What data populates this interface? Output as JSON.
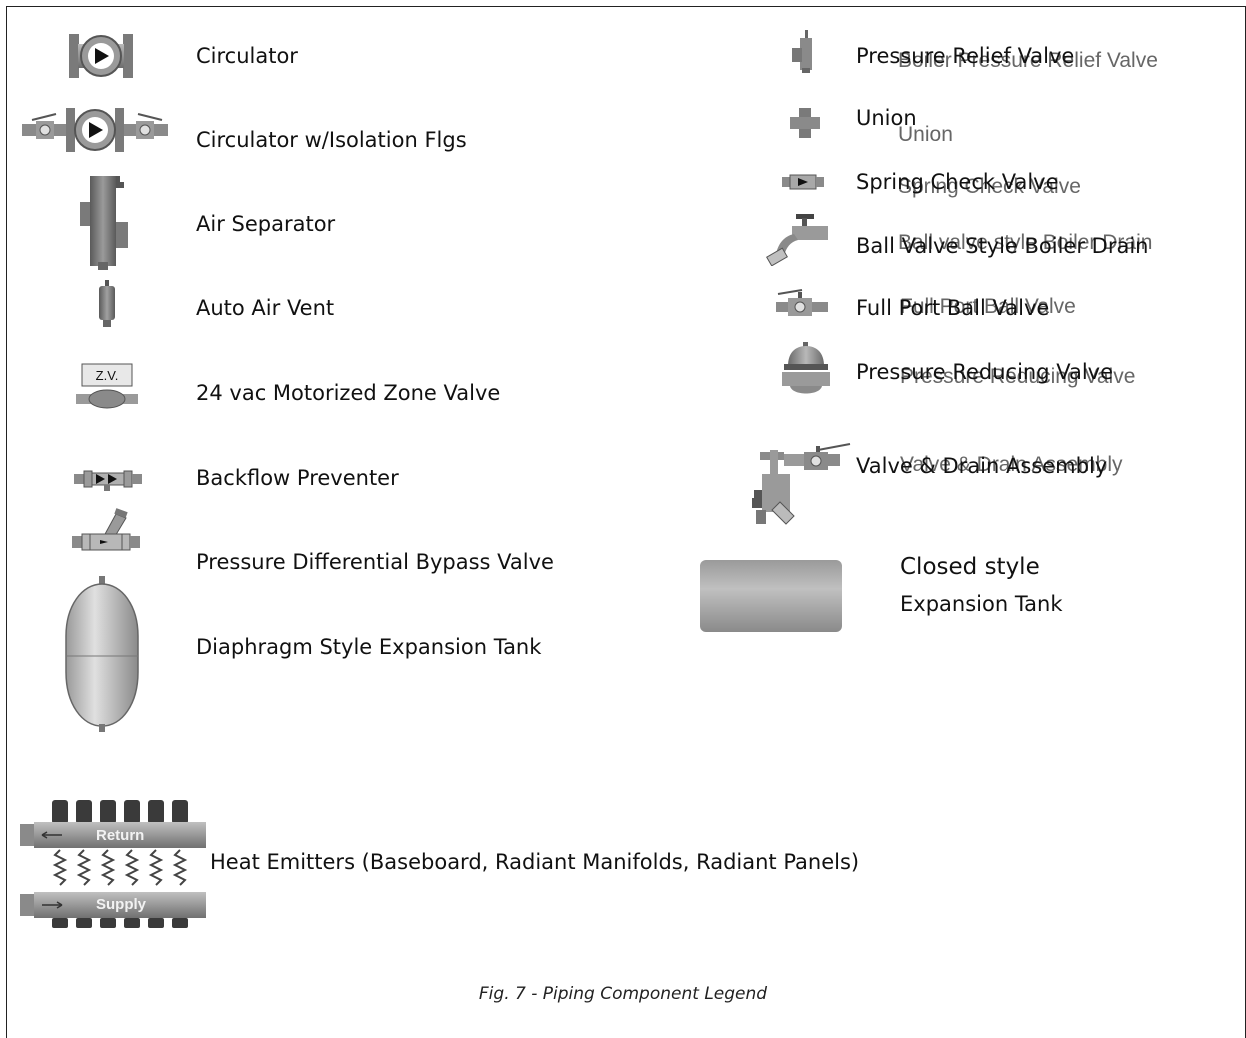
{
  "legend": {
    "left": [
      {
        "key": "circulator",
        "label": "Circulator"
      },
      {
        "key": "circulator_iso",
        "label": "Circulator w/Isolation Flgs"
      },
      {
        "key": "air_separator",
        "label": "Air Separator"
      },
      {
        "key": "auto_air_vent",
        "label": "Auto Air Vent"
      },
      {
        "key": "zone_valve",
        "label": "24  vac Motorized Zone Valve",
        "icon_text": "Z.V."
      },
      {
        "key": "backflow",
        "label": "Backflow Preventer"
      },
      {
        "key": "pdbv",
        "label": "Pressure Differential Bypass Valve"
      },
      {
        "key": "diaphragm_tank",
        "label": "Diaphragm Style  Expansion Tank"
      }
    ],
    "right": [
      {
        "key": "prv_relief",
        "label": "Pressure Relief Valve",
        "ghost": "Boiler Pressure Relief Valve"
      },
      {
        "key": "union",
        "label": "Union",
        "ghost": "Union"
      },
      {
        "key": "spring_check",
        "label": "Spring Check Valve",
        "ghost": "Spring Check Valve"
      },
      {
        "key": "ball_drain",
        "label": "Ball Valve Style Boiler Drain",
        "ghost": "Ball valve style Boiler Drain"
      },
      {
        "key": "full_port",
        "label": "Full Port Ball Valve",
        "ghost": "Full Port Ball Valve"
      },
      {
        "key": "prv_reducing",
        "label": "Pressure Reducing Valve",
        "ghost": "Pressure Reducing Valve"
      },
      {
        "key": "valve_drain",
        "label": "Valve & Drain Assembly",
        "ghost": "Valve & Drain Assembly"
      }
    ],
    "closed_tank": {
      "line1": "Closed style",
      "line2": "Expansion Tank"
    },
    "emitters": {
      "label": "Heat Emitters (Baseboard, Radiant Manifolds, Radiant Panels)",
      "return_text": "Return",
      "supply_text": "Supply"
    }
  },
  "caption": "Fig. 7 - Piping Component Legend",
  "colors": {
    "icon_gray": "#8a8a8a",
    "icon_dark": "#4a4a4a",
    "tank_light": "#c8c8c8",
    "frame": "#222222"
  }
}
